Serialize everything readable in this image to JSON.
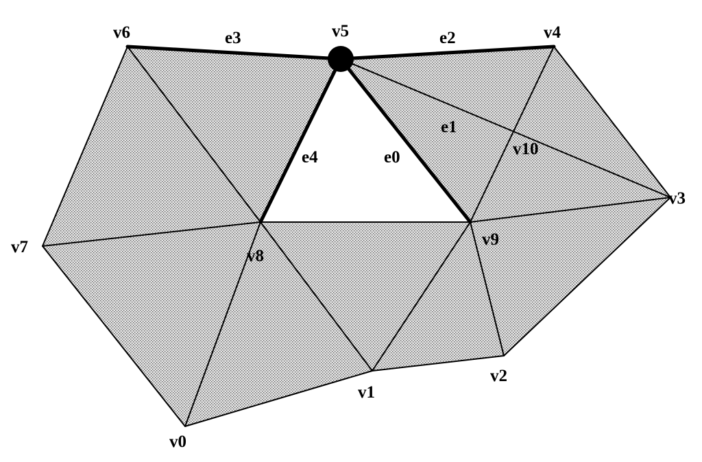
{
  "diagram": {
    "vertices": {
      "v0": "v0",
      "v1": "v1",
      "v2": "v2",
      "v3": "v3",
      "v4": "v4",
      "v5": "v5",
      "v6": "v6",
      "v7": "v7",
      "v8": "v8",
      "v9": "v9",
      "v10": "v10"
    },
    "edges": {
      "e0": "e0",
      "e1": "e1",
      "e2": "e2",
      "e3": "e3",
      "e4": "e4"
    },
    "highlighted_vertex": "v5",
    "shading_color": "#8c8c8c",
    "line_color": "#000000"
  }
}
